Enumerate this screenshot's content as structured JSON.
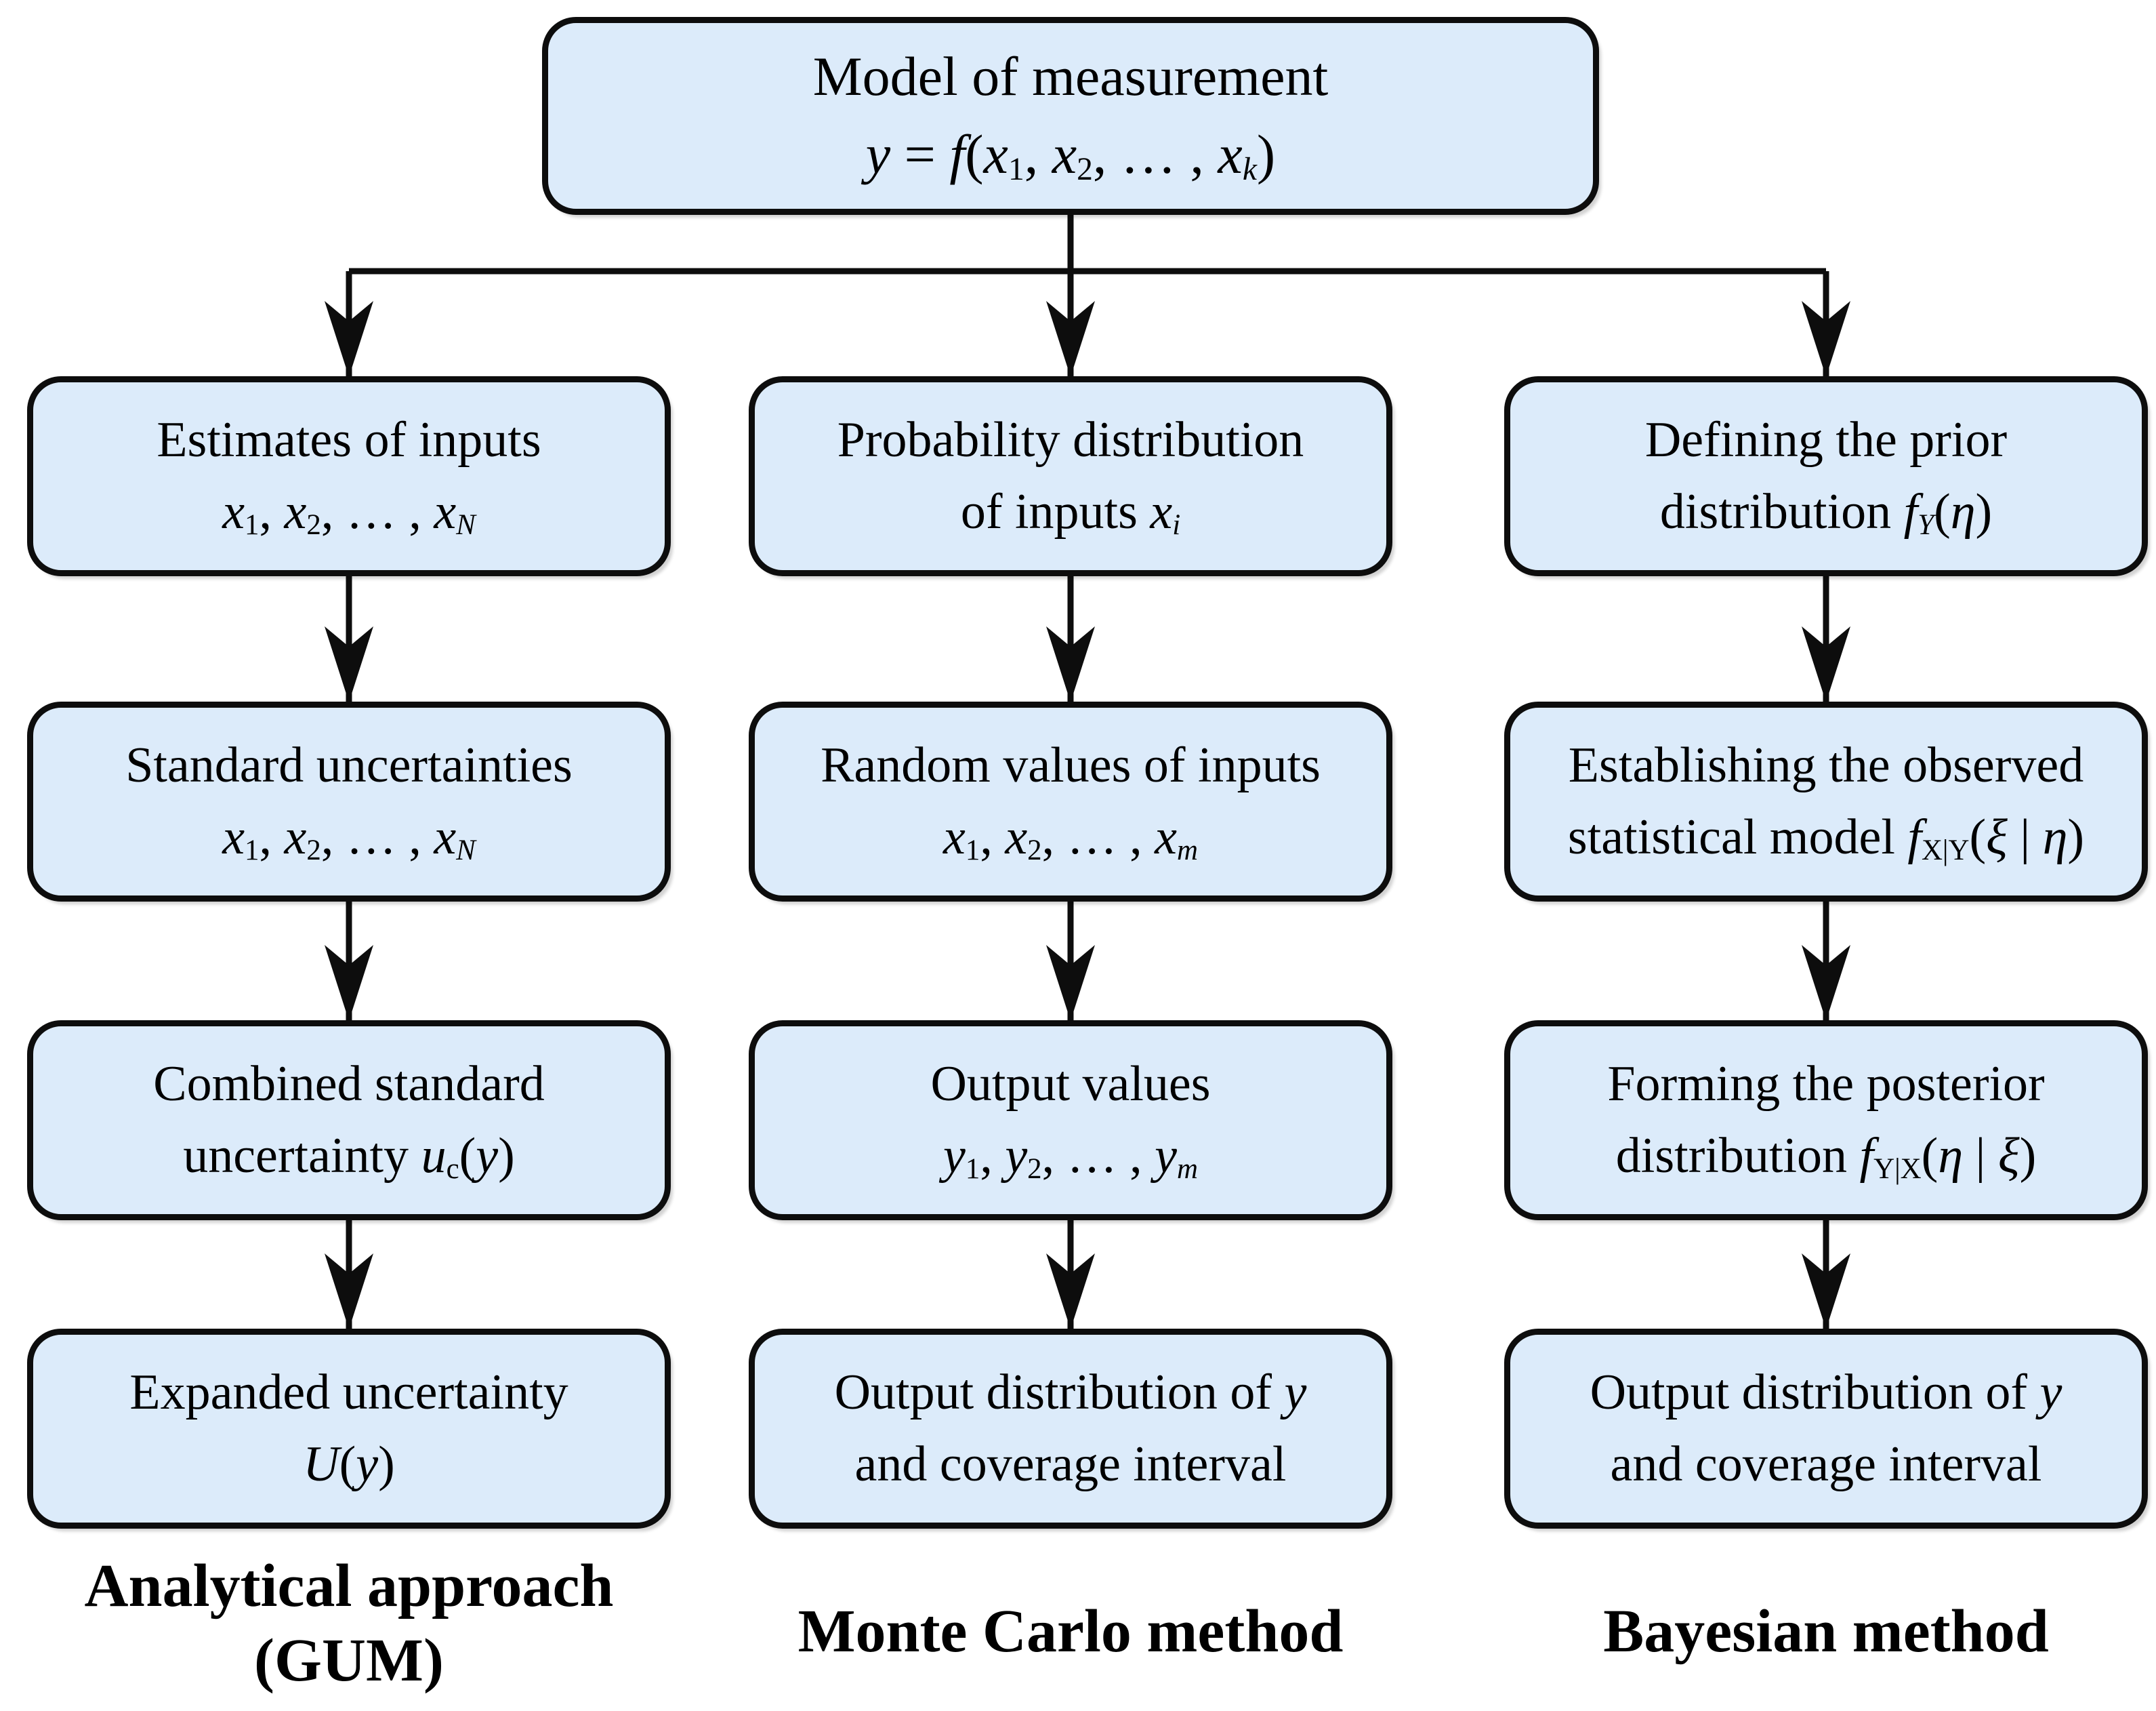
{
  "colors": {
    "box_fill": "#dcebfa",
    "box_border": "#0d0d0d",
    "arrow": "#0d0d0d",
    "text": "#000000",
    "background": "#ffffff"
  },
  "top_box": {
    "line1": [
      [
        "Model of measurement",
        ""
      ]
    ],
    "line2": [
      [
        "y",
        "i"
      ],
      [
        " = ",
        ""
      ],
      [
        "f",
        "i"
      ],
      [
        "(",
        ""
      ],
      [
        "x",
        "i"
      ],
      [
        "1",
        "s"
      ],
      [
        ", ",
        ""
      ],
      [
        "x",
        "i"
      ],
      [
        "2",
        "s"
      ],
      [
        ", … , ",
        ""
      ],
      [
        "x",
        "i"
      ],
      [
        "k",
        "si"
      ],
      [
        ")",
        ""
      ]
    ]
  },
  "columns": [
    {
      "label_lines": [
        "Analytical approach",
        "(GUM)"
      ],
      "boxes": [
        {
          "line1": [
            [
              "Estimates of inputs",
              ""
            ]
          ],
          "line2": [
            [
              "x",
              "i"
            ],
            [
              "1",
              "s"
            ],
            [
              ", ",
              ""
            ],
            [
              "x",
              "i"
            ],
            [
              "2",
              "s"
            ],
            [
              ", … , ",
              ""
            ],
            [
              "x",
              "i"
            ],
            [
              "N",
              "si"
            ]
          ]
        },
        {
          "line1": [
            [
              "Standard uncertainties",
              ""
            ]
          ],
          "line2": [
            [
              "x",
              "i"
            ],
            [
              "1",
              "s"
            ],
            [
              ", ",
              ""
            ],
            [
              "x",
              "i"
            ],
            [
              "2",
              "s"
            ],
            [
              ", … , ",
              ""
            ],
            [
              "x",
              "i"
            ],
            [
              "N",
              "si"
            ]
          ]
        },
        {
          "line1": [
            [
              "Combined standard",
              ""
            ]
          ],
          "line2": [
            [
              "uncertainty ",
              ""
            ],
            [
              "u",
              "i"
            ],
            [
              "c",
              "s"
            ],
            [
              "(",
              ""
            ],
            [
              "y",
              "i"
            ],
            [
              ")",
              ""
            ]
          ]
        },
        {
          "line1": [
            [
              "Expanded uncertainty",
              ""
            ]
          ],
          "line2": [
            [
              "U",
              "i"
            ],
            [
              "(",
              ""
            ],
            [
              "y",
              "i"
            ],
            [
              ")",
              ""
            ]
          ]
        }
      ]
    },
    {
      "label_lines": [
        "Monte Carlo method"
      ],
      "boxes": [
        {
          "line1": [
            [
              "Probability distribution",
              ""
            ]
          ],
          "line2": [
            [
              "of inputs ",
              ""
            ],
            [
              "x",
              "i"
            ],
            [
              "i",
              "si"
            ]
          ]
        },
        {
          "line1": [
            [
              "Random values of inputs",
              ""
            ]
          ],
          "line2": [
            [
              "x",
              "i"
            ],
            [
              "1",
              "s"
            ],
            [
              ", ",
              ""
            ],
            [
              "x",
              "i"
            ],
            [
              "2",
              "s"
            ],
            [
              ", … , ",
              ""
            ],
            [
              "x",
              "i"
            ],
            [
              "m",
              "si"
            ]
          ]
        },
        {
          "line1": [
            [
              "Output values",
              ""
            ]
          ],
          "line2": [
            [
              "y",
              "i"
            ],
            [
              "1",
              "s"
            ],
            [
              ", ",
              ""
            ],
            [
              "y",
              "i"
            ],
            [
              "2",
              "s"
            ],
            [
              ", … , ",
              ""
            ],
            [
              "y",
              "i"
            ],
            [
              "m",
              "si"
            ]
          ]
        },
        {
          "line1": [
            [
              "Output distribution of ",
              ""
            ],
            [
              "y",
              "i"
            ]
          ],
          "line2": [
            [
              "and coverage interval",
              ""
            ]
          ]
        }
      ]
    },
    {
      "label_lines": [
        "Bayesian method"
      ],
      "boxes": [
        {
          "line1": [
            [
              "Defining the prior",
              ""
            ]
          ],
          "line2": [
            [
              "distribution ",
              ""
            ],
            [
              "f",
              "i"
            ],
            [
              "Y",
              "si"
            ],
            [
              "(",
              ""
            ],
            [
              "η",
              "i"
            ],
            [
              ")",
              ""
            ]
          ]
        },
        {
          "line1": [
            [
              "Establishing the observed",
              ""
            ]
          ],
          "line2": [
            [
              "statistical model ",
              ""
            ],
            [
              "f",
              "i"
            ],
            [
              "X|Y",
              "s"
            ],
            [
              "(",
              ""
            ],
            [
              "ξ",
              "i"
            ],
            [
              " | ",
              ""
            ],
            [
              "η",
              "i"
            ],
            [
              ")",
              ""
            ]
          ]
        },
        {
          "line1": [
            [
              "Forming the posterior",
              ""
            ]
          ],
          "line2": [
            [
              "distribution ",
              ""
            ],
            [
              "f",
              "i"
            ],
            [
              "Y|X",
              "s"
            ],
            [
              "(",
              ""
            ],
            [
              "η",
              "i"
            ],
            [
              " | ",
              ""
            ],
            [
              "ξ",
              "i"
            ],
            [
              ")",
              ""
            ]
          ]
        },
        {
          "line1": [
            [
              "Output distribution of ",
              ""
            ],
            [
              "y",
              "i"
            ]
          ],
          "line2": [
            [
              "and coverage interval",
              ""
            ]
          ]
        }
      ]
    }
  ]
}
